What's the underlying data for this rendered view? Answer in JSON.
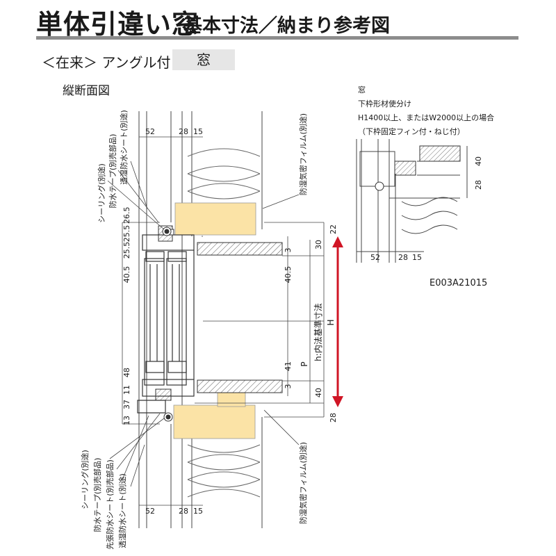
{
  "header": {
    "title": "単体引違い窓",
    "subtitle": "基本寸法／納まり参考図"
  },
  "type_label": "＜在来＞ アングル付",
  "tag": "窓",
  "section_title": "縦断面図",
  "notes": [
    "窓",
    "下枠形材使分け",
    "H1400以上、またはW2000以上の場合",
    "（下枠固定フィン付・ねじ付）"
  ],
  "code": "E003A21015",
  "labels": {
    "sealing": "シーリング(別途)",
    "waterproof_tape": "防水テープ(別売部品)",
    "sheet": "透湿防水シート(別途)",
    "precursor_sheet": "先張防水シート(別売部品)",
    "vapor_film": "防湿気密フィルム(別途)",
    "inner_std": "h:内法基準寸法",
    "H": "H",
    "P": "P"
  },
  "dims": {
    "top_row": [
      "52",
      "28",
      "15"
    ],
    "bottom_row": [
      "52",
      "28",
      "15"
    ],
    "inset_row": [
      "52",
      "28",
      "15"
    ],
    "left_col": [
      "25.5",
      "26.5",
      "25.5",
      "40.5",
      "48",
      "11",
      "37",
      "13"
    ],
    "right_col": [
      "22",
      "30",
      "3",
      "40.5",
      "41",
      "3",
      "40",
      "28"
    ],
    "inset_right": [
      "40",
      "28"
    ]
  },
  "colors": {
    "wood": "#fbe3a6",
    "arrow": "#d01525",
    "line": "#333333"
  }
}
